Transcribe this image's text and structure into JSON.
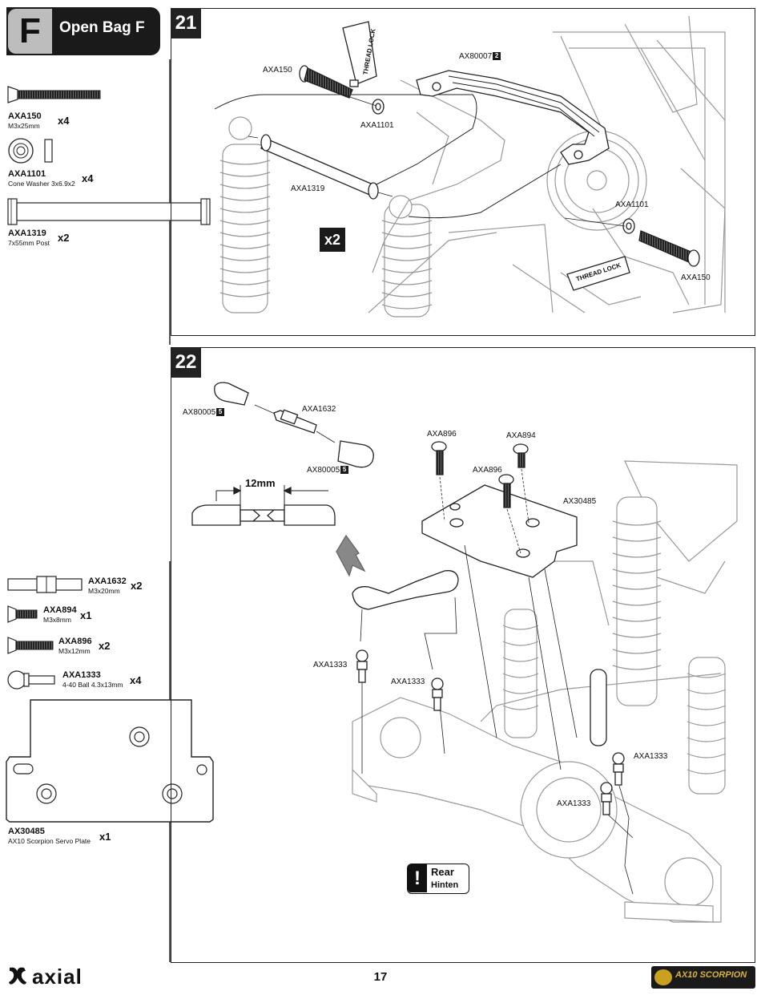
{
  "bag": {
    "letter": "F",
    "title": "Open Bag F"
  },
  "parts_list_top": [
    {
      "code": "AXA150",
      "desc": "M3x25mm",
      "qty": "x4"
    },
    {
      "code": "AXA1101",
      "desc": "Cone Washer 3x6.9x2",
      "qty": "x4"
    },
    {
      "code": "AXA1319",
      "desc": "7x55mm Post",
      "qty": "x2"
    }
  ],
  "parts_list_bottom": [
    {
      "code": "AXA1632",
      "desc": "M3x20mm",
      "qty": "x2"
    },
    {
      "code": "AXA894",
      "desc": "M3x8mm",
      "qty": "x1"
    },
    {
      "code": "AXA896",
      "desc": "M3x12mm",
      "qty": "x2"
    },
    {
      "code": "AXA1333",
      "desc": "4-40 Ball 4.3x13mm",
      "qty": "x4"
    },
    {
      "code": "AX30485",
      "desc": "AX10 Scorpion Servo Plate",
      "qty": "x1"
    }
  ],
  "step21": {
    "number": "21",
    "multiplier": "x2",
    "callouts": {
      "axa150_left": "AXA150",
      "ax80007": "AX80007",
      "ax80007_badge": "2",
      "axa1101_left": "AXA1101",
      "axa1319": "AXA1319",
      "axa1101_right": "AXA1101",
      "axa150_right": "AXA150",
      "thread_lock": "THREAD LOCK"
    }
  },
  "step22": {
    "number": "22",
    "measurement": "12mm",
    "callouts": {
      "ax80005_top": "AX80005",
      "ax80005_top_badge": "5",
      "axa1632": "AXA1632",
      "ax80005_bottom": "AX80005",
      "ax80005_bottom_badge": "5",
      "axa896_a": "AXA896",
      "axa894": "AXA894",
      "axa896_b": "AXA896",
      "ax30485": "AX30485",
      "axa1333_a": "AXA1333",
      "axa1333_b": "AXA1333",
      "axa1333_c": "AXA1333",
      "axa1333_d": "AXA1333"
    },
    "rear_note": {
      "label": "Rear",
      "sub": "Hinten"
    }
  },
  "footer": {
    "page_number": "17",
    "brand": "axial",
    "product_logo": "AX10 SCORPION"
  }
}
